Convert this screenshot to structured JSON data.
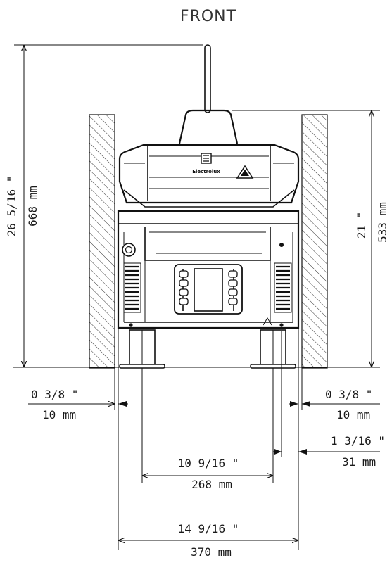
{
  "title": "FRONT",
  "brand": "Electrolux",
  "dimensions": {
    "total_height_in": "26 5/16 \"",
    "total_height_mm": "668 mm",
    "body_height_in": "21 \"",
    "body_height_mm": "533 mm",
    "left_gap_in": "0 3/8 \"",
    "left_gap_mm": "10 mm",
    "right_gap_in": "0 3/8 \"",
    "right_gap_mm": "10 mm",
    "foot_offset_in": "1 3/16 \"",
    "foot_offset_mm": "31 mm",
    "foot_span_in": "10 9/16 \"",
    "foot_span_mm": "268 mm",
    "total_width_in": "14 9/16 \"",
    "total_width_mm": "370 mm"
  }
}
